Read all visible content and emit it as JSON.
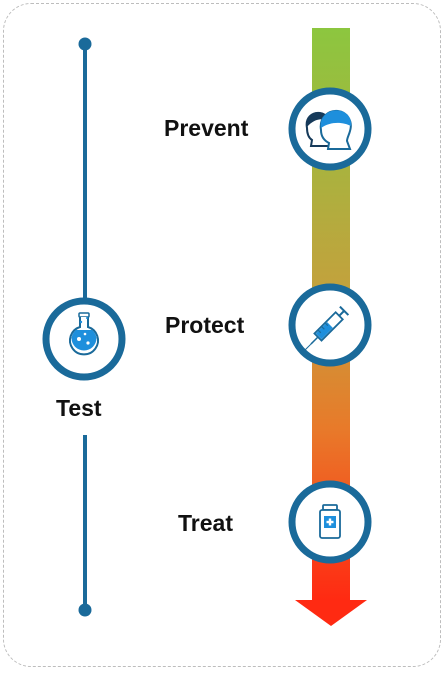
{
  "stages": [
    {
      "label": "Prevent",
      "icon": "two-heads-icon"
    },
    {
      "label": "Protect",
      "icon": "syringe-icon"
    },
    {
      "label": "Treat",
      "icon": "medicine-bottle-icon"
    }
  ],
  "side": {
    "label": "Test",
    "icon": "flask-icon"
  },
  "colors": {
    "line": "#1a6a9a",
    "gradient_top": "#8cc63f",
    "gradient_mid": "#e87a2a",
    "gradient_bottom": "#ff2a12",
    "frame": "#bdbdbd"
  }
}
